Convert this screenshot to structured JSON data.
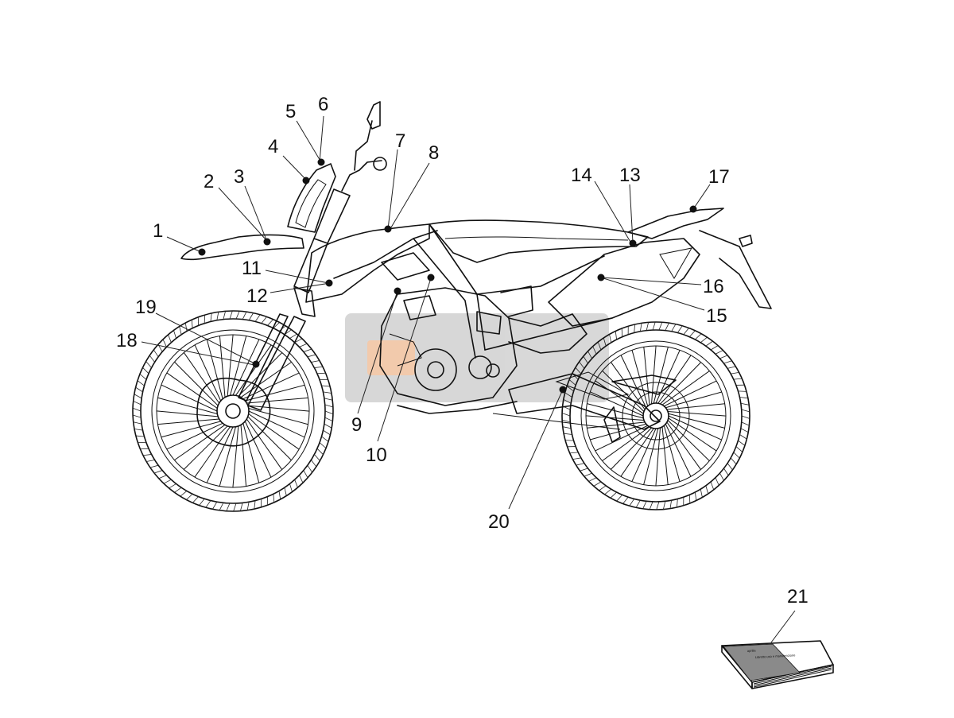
{
  "diagram": {
    "callouts": [
      {
        "label": "1"
      },
      {
        "label": "2"
      },
      {
        "label": "3"
      },
      {
        "label": "4"
      },
      {
        "label": "5"
      },
      {
        "label": "6"
      },
      {
        "label": "7"
      },
      {
        "label": "8"
      },
      {
        "label": "9"
      },
      {
        "label": "10"
      },
      {
        "label": "11"
      },
      {
        "label": "12"
      },
      {
        "label": "13"
      },
      {
        "label": "14"
      },
      {
        "label": "15"
      },
      {
        "label": "16"
      },
      {
        "label": "17"
      },
      {
        "label": "18"
      },
      {
        "label": "19"
      },
      {
        "label": "20"
      },
      {
        "label": "21"
      }
    ],
    "booklet": {
      "cover_line_1": "aprilia",
      "cover_line_2": "Libretto uso e manutenzione"
    }
  }
}
